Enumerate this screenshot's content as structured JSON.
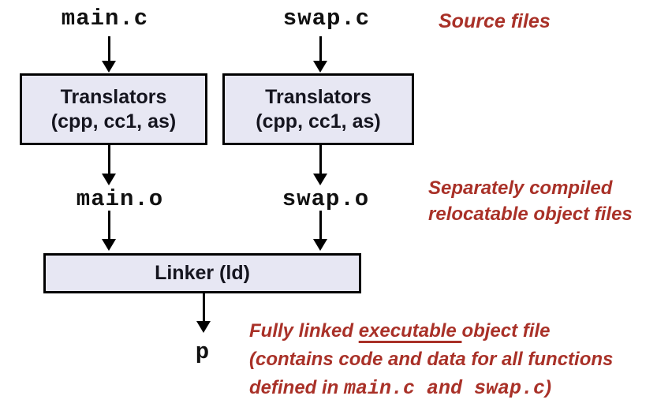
{
  "diagram": {
    "source_files": [
      {
        "name": "main.c"
      },
      {
        "name": "swap.c"
      }
    ],
    "translators": {
      "title": "Translators",
      "subtitle": "(cpp, cc1, as)"
    },
    "object_files": [
      {
        "name": "main.o"
      },
      {
        "name": "swap.o"
      }
    ],
    "linker": {
      "label": "Linker (ld)"
    },
    "executable": {
      "name": "p"
    }
  },
  "annotations": {
    "source_files": "Source files",
    "object_files_line1": "Separately compiled",
    "object_files_line2": "relocatable object files",
    "executable_line1_prefix": "Fully linked ",
    "executable_line1_underlined": "executable ",
    "executable_line1_suffix": "object file",
    "executable_line2": "(contains code and data for all functions",
    "executable_line3_prefix": "defined in ",
    "executable_line3_code": "main.c and swap.c",
    "executable_line3_suffix": ")"
  },
  "colors": {
    "annotation-red": "#A93128",
    "box-fill": "#E7E7F3",
    "box-border": "#000000",
    "box-text": "#15151F",
    "code-text": "#111111",
    "arrow-black": "#000000"
  }
}
